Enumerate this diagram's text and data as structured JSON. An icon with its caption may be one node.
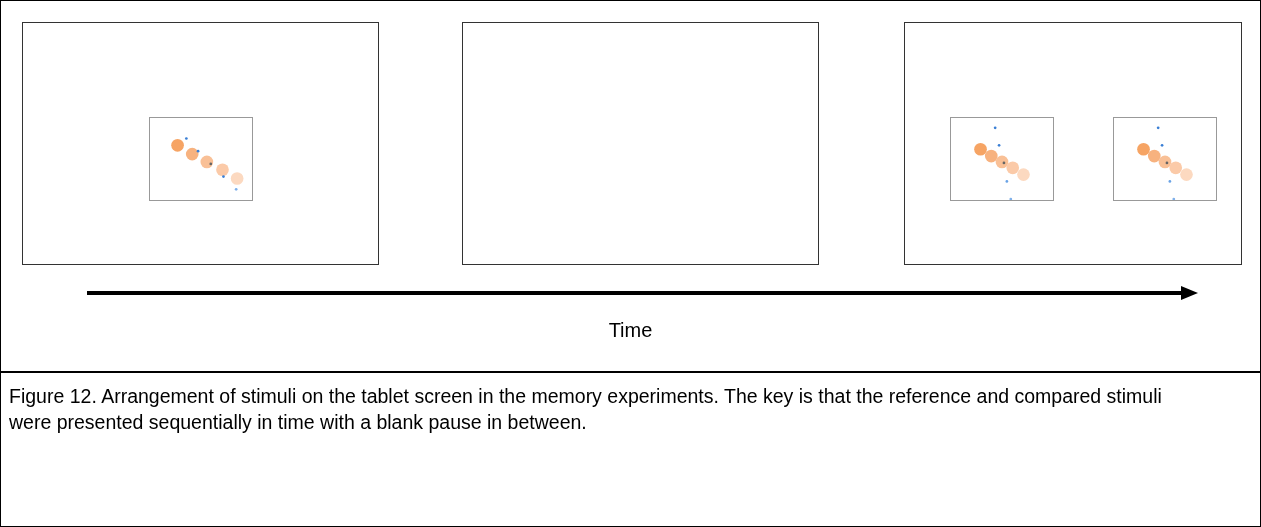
{
  "diagram": {
    "caption": "Figure 12. Arrangement of stimuli on the tablet screen in the memory experiments. The key is that the reference and compared stimuli were presented sequentially in time with a blank pause in between.",
    "nodes": [
      {
        "text": [],
        "shape": "box"
      },
      {
        "text": [],
        "shape": "picture",
        "in": 0
      },
      {
        "text": [],
        "shape": "box"
      },
      {
        "text": [],
        "shape": "box"
      },
      {
        "text": [],
        "shape": "picture",
        "in": 3
      },
      {
        "text": [],
        "shape": "picture",
        "in": 3
      }
    ],
    "labels": [
      "Time"
    ]
  }
}
